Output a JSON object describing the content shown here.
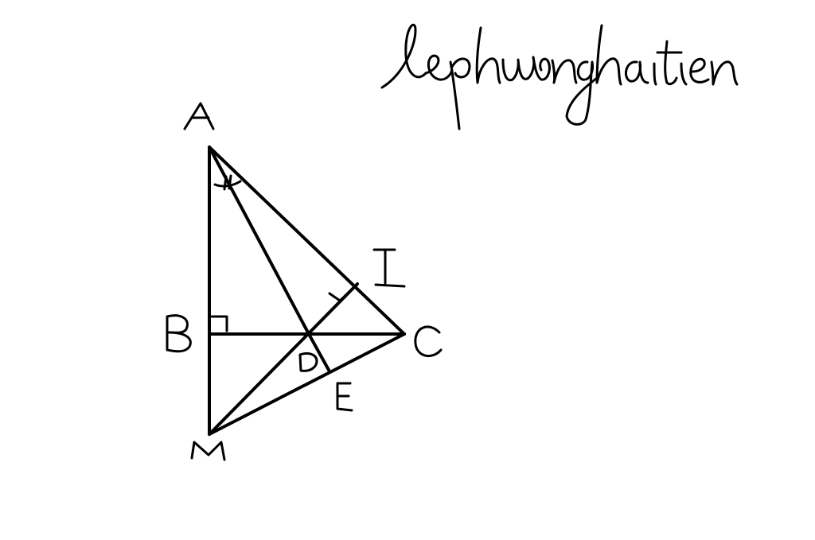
{
  "signature": "lephuonghaitien",
  "points": {
    "A": "A",
    "B": "B",
    "C": "C",
    "D": "D",
    "E": "E",
    "I": "I",
    "M": "M"
  },
  "colors": {
    "ink": "#000000",
    "background": "#ffffff"
  }
}
